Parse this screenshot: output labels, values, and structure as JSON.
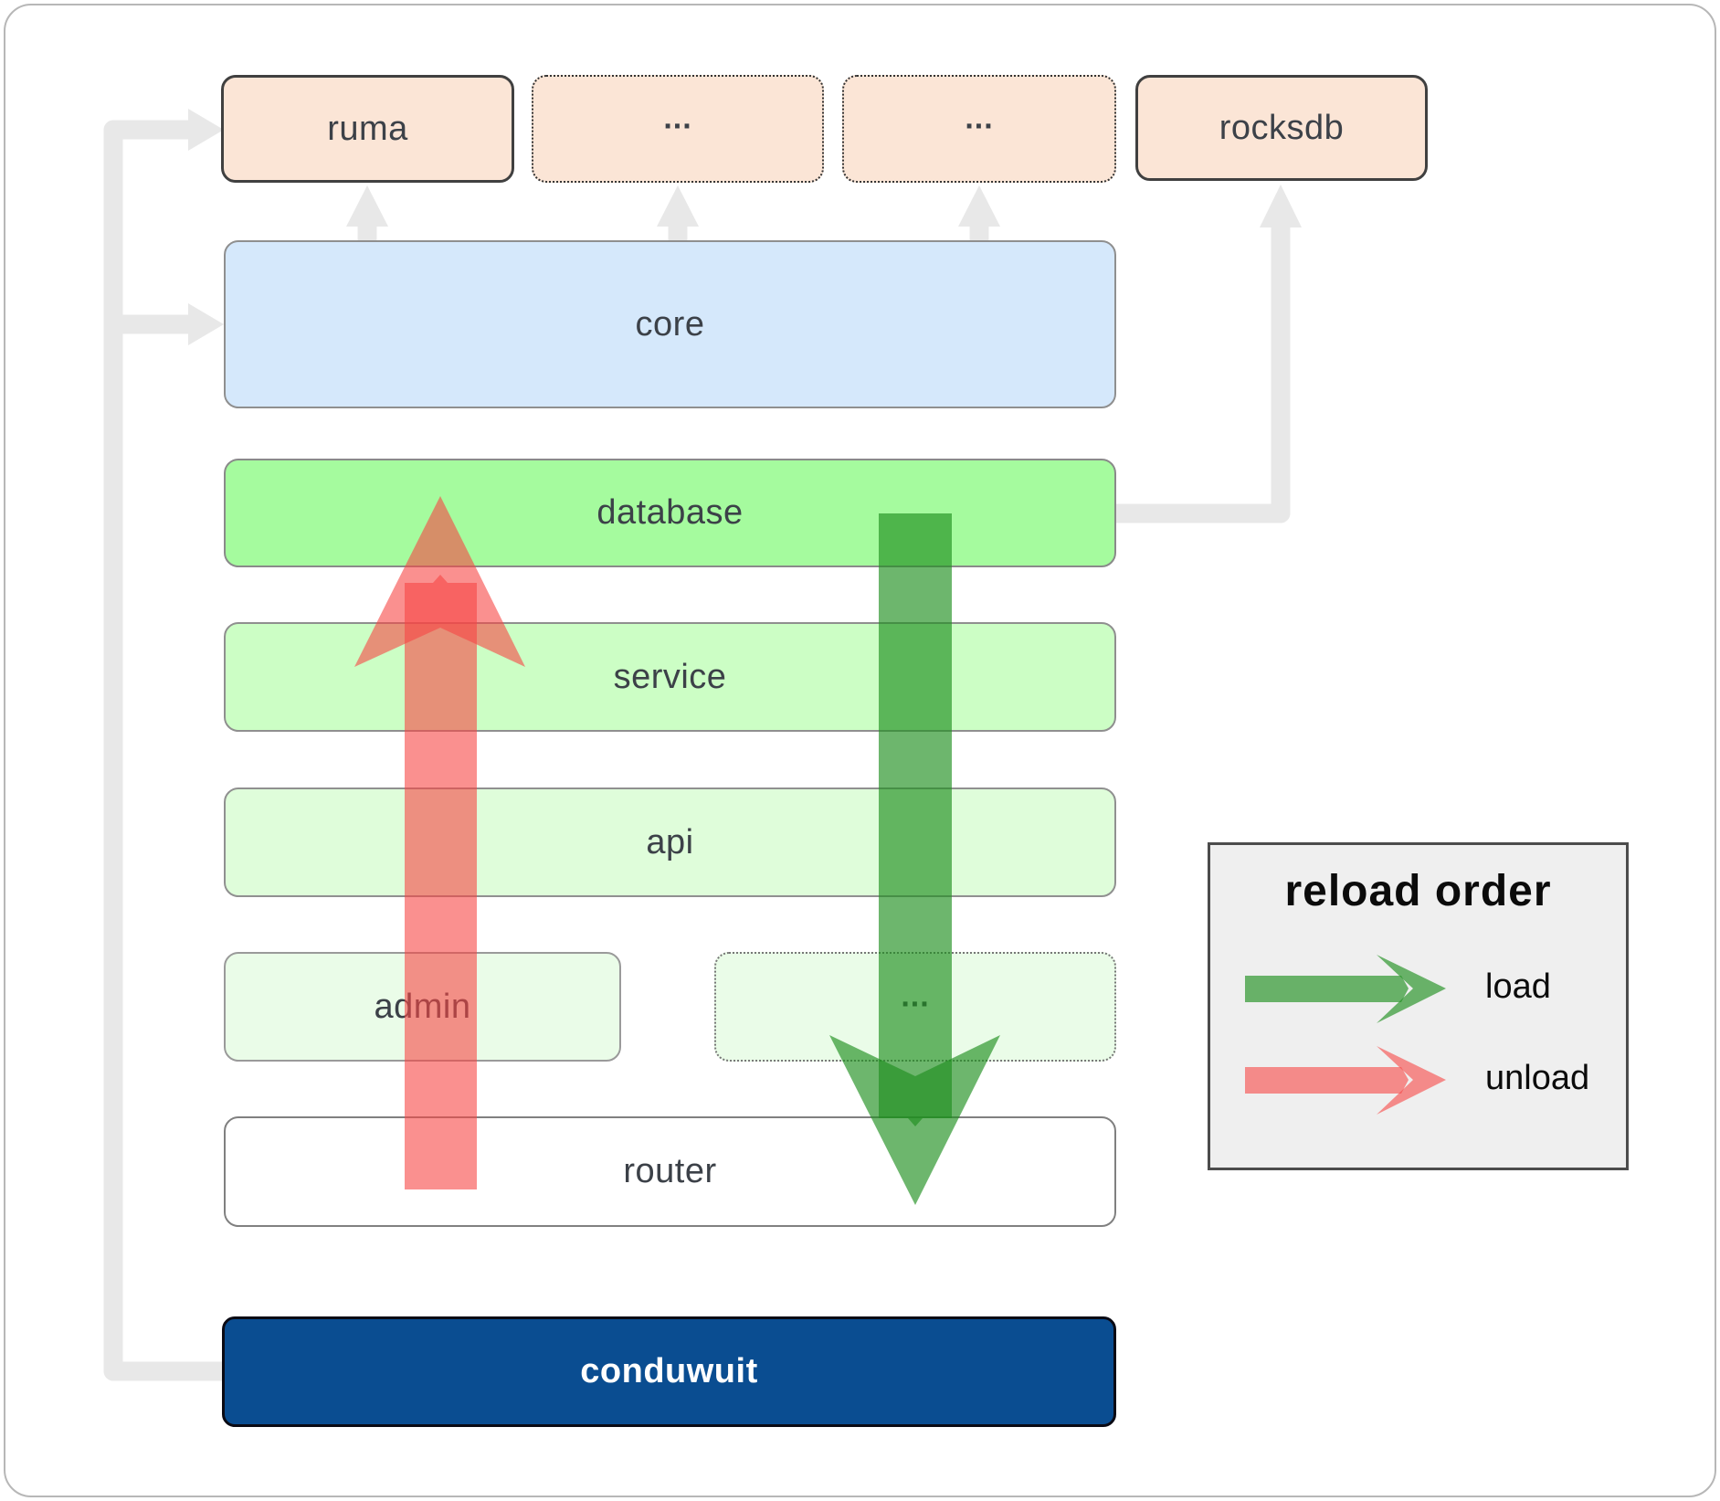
{
  "diagram": {
    "boxes": {
      "ruma": {
        "label": "ruma"
      },
      "top_ellipsis_1": {
        "label": "..."
      },
      "top_ellipsis_2": {
        "label": "..."
      },
      "rocksdb": {
        "label": "rocksdb"
      },
      "core": {
        "label": "core"
      },
      "database": {
        "label": "database"
      },
      "service": {
        "label": "service"
      },
      "api": {
        "label": "api"
      },
      "admin": {
        "label": "admin"
      },
      "admin_ellipsis": {
        "label": "..."
      },
      "router": {
        "label": "router"
      },
      "conduwuit": {
        "label": "conduwuit"
      }
    }
  },
  "legend": {
    "title": "reload order",
    "items": [
      {
        "label": "load",
        "arrow_color": "#1F8F1F"
      },
      {
        "label": "unload",
        "arrow_color": "#F64644"
      }
    ]
  },
  "colors": {
    "peach_fill": "#FBE5D6",
    "core_fill": "#D5E8FB",
    "database_fill": "#A5FB9E",
    "service_fill": "#CCFEC5",
    "api_fill": "#DFFDDA",
    "admin_fill": "#EAFCE8",
    "router_fill": "#FFFFFF",
    "conduwuit_fill": "#0A4D91",
    "conduwuit_text": "#FFFFFF",
    "label_color": "#3C4148",
    "connector_gray": "#E8E8E8",
    "load_green": "#1F8F1F",
    "unload_red": "#F64644",
    "legend_bg": "#EFEFEF"
  }
}
